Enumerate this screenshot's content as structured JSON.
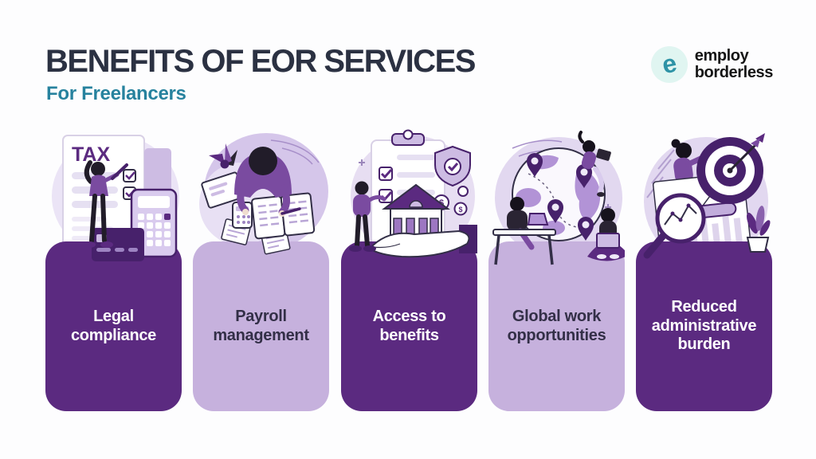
{
  "page": {
    "background": "#fdfdfe"
  },
  "header": {
    "title": "BENEFITS OF EOR SERVICES",
    "subtitle": "For Freelancers"
  },
  "logo": {
    "glyph": "e",
    "line1": "employ",
    "line2": "borderless"
  },
  "cards": [
    {
      "label": "Legal compliance",
      "variant": "dark",
      "illustration": "tax-compliance"
    },
    {
      "label": "Payroll management",
      "variant": "light",
      "illustration": "payroll-accounting"
    },
    {
      "label": "Access to benefits",
      "variant": "dark",
      "illustration": "house-on-hand-benefits"
    },
    {
      "label": "Global work opportunities",
      "variant": "light",
      "illustration": "globe-remote-workers"
    },
    {
      "label": "Reduced administrative burden",
      "variant": "dark",
      "illustration": "target-analytics"
    }
  ],
  "illustrations": {
    "tax_label": "TAX",
    "coin_symbol": "$"
  },
  "colors": {
    "card_dark": "#5b2a80",
    "card_light": "#c6b1dd",
    "accent_deep": "#47216b",
    "title": "#2b3142",
    "subtitle": "#27829e",
    "label_on_dark": "#ffffff",
    "label_on_light": "#332f47",
    "logo_teal": "#2e93a6"
  }
}
